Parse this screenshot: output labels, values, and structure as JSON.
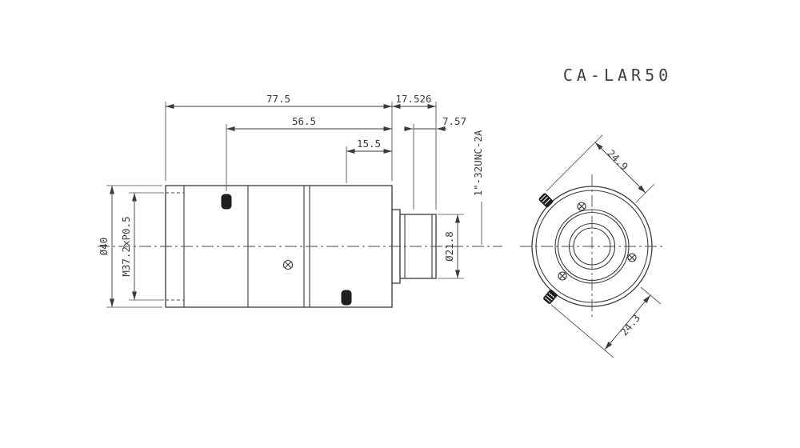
{
  "title": "CA-LAR50",
  "side_view": {
    "dimensions": {
      "total_length": "77.5",
      "front_to_rear_flange": "56.5",
      "screw_to_rear": "15.5",
      "flange_back": "17.526",
      "thread_length": "7.57",
      "outer_diameter": "Ø40",
      "filter_thread": "M37.2xP0.5",
      "mount_diameter": "Ø21.8",
      "mount_thread_spec": "1\"-32UNC-2A"
    }
  },
  "front_view": {
    "dimensions": {
      "upper_screw_offset": "24.9",
      "lower_screw_offset": "24.3"
    }
  },
  "colors": {
    "line": "#3a3a3a",
    "dim_line": "#4d4d4d",
    "background": "#ffffff"
  }
}
